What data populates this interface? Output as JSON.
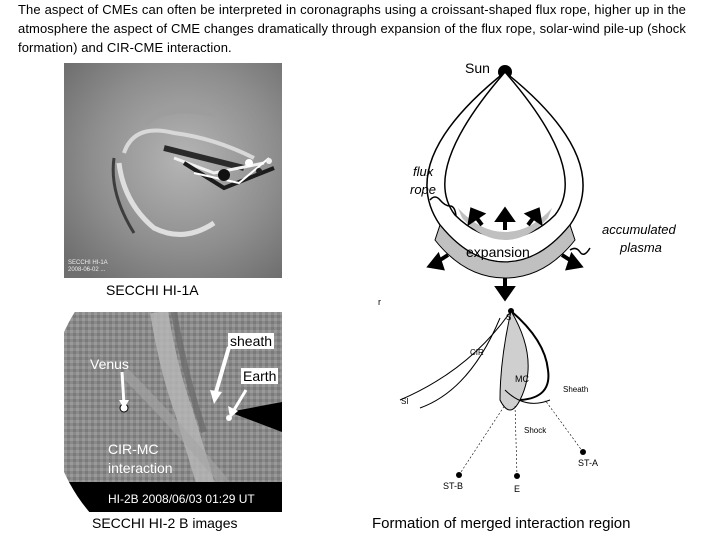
{
  "intro_text": "The aspect of CMEs can often be interpreted in coronagraphs using a croissant-shaped flux rope, higher up in the atmosphere the aspect of CME changes dramatically through expansion of the flux rope, solar-wind pile-up (shock formation) and CIR-CME interaction.",
  "hi1a": {
    "caption": "SECCHI HI-1A",
    "corner_text_line1": "SECCHI HI-1A",
    "corner_text_line2": "2008-06-02 ..."
  },
  "hi2b": {
    "caption": "SECCHI HI-2 B images",
    "label_venus": "Venus",
    "label_sheath": "sheath",
    "label_earth": "Earth",
    "label_cir_mc_line1": "CIR-MC",
    "label_cir_mc_line2": "interaction",
    "timestamp": "HI-2B 2008/06/03 01:29 UT"
  },
  "fluxrope": {
    "label_sun": "Sun",
    "label_flux": "flux",
    "label_rope": "rope",
    "label_expansion": "expansion",
    "label_accum_line1": "accumulated",
    "label_accum_line2": "plasma"
  },
  "interaction": {
    "caption": "Formation of merged interaction region",
    "label_s": "S",
    "label_cir": "CIR",
    "label_mc": "MC",
    "label_sheath": "Sheath",
    "label_shock": "Shock",
    "label_si": "SI",
    "label_stb": "ST-B",
    "label_e": "E",
    "label_sta": "ST-A",
    "label_r": "r"
  },
  "colors": {
    "rope_fill": "#c0c0c0",
    "background": "#ffffff",
    "image_dark": "#1a1a1a"
  }
}
